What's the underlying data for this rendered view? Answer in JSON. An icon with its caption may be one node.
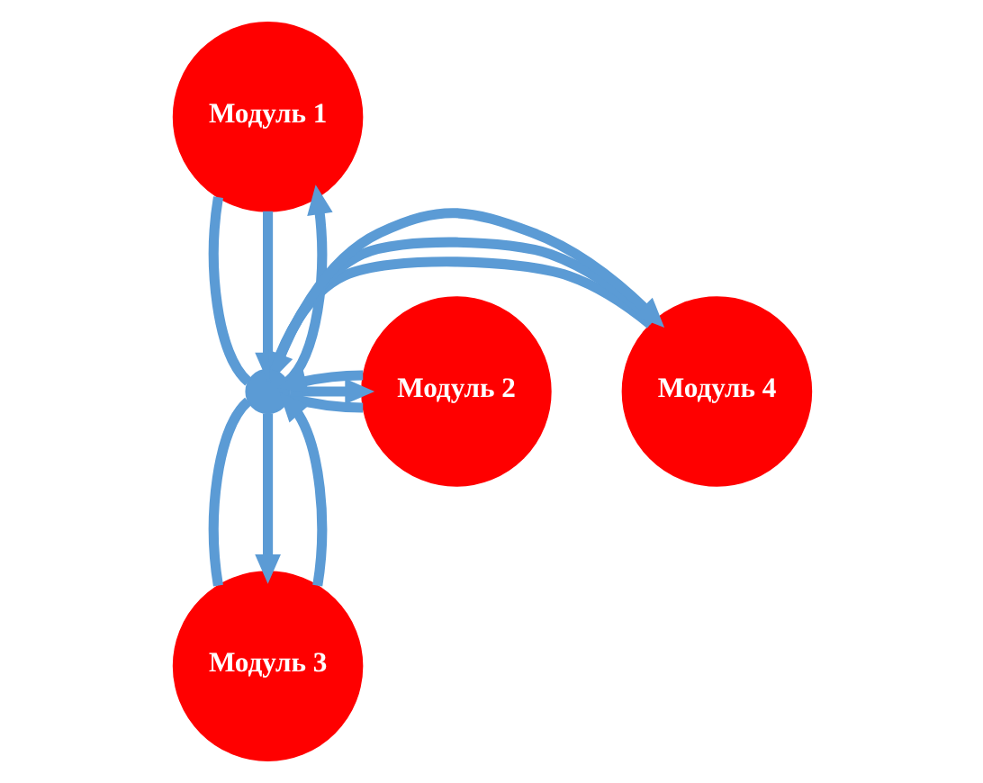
{
  "diagram": {
    "nodes": [
      {
        "text": [
          "Модуль 1"
        ]
      },
      {
        "text": [
          "Модуль 2"
        ]
      },
      {
        "text": [
          "Модуль 3"
        ]
      },
      {
        "text": [
          "Модуль 4"
        ]
      },
      {
        "text": [],
        "shape": "point"
      }
    ],
    "edges": [
      {
        "from": 0,
        "to": 4,
        "arrow": "none"
      },
      {
        "from": 0,
        "to": 4,
        "arrow": "to"
      },
      {
        "from": 4,
        "to": 0,
        "arrow": "to"
      },
      {
        "from": 4,
        "to": 1,
        "arrow": "none"
      },
      {
        "from": 4,
        "to": 1,
        "arrow": "to"
      },
      {
        "from": 1,
        "to": 4,
        "arrow": "to"
      },
      {
        "from": 4,
        "to": 2,
        "arrow": "none"
      },
      {
        "from": 4,
        "to": 2,
        "arrow": "to"
      },
      {
        "from": 2,
        "to": 4,
        "arrow": "to"
      },
      {
        "from": 3,
        "to": 4,
        "arrow": "none"
      },
      {
        "from": 3,
        "to": 4,
        "arrow": "to"
      },
      {
        "from": 4,
        "to": 3,
        "arrow": "to"
      }
    ]
  }
}
